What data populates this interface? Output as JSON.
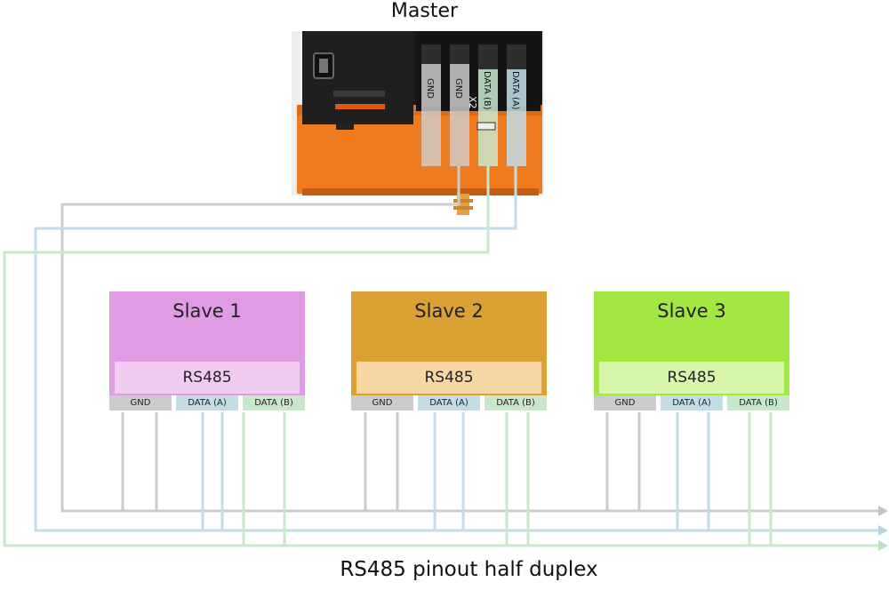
{
  "master": {
    "title": "Master",
    "terminals": [
      {
        "label": "GND"
      },
      {
        "label": "GND"
      },
      {
        "label": "DATA (B)"
      },
      {
        "label": "DATA (A)"
      }
    ],
    "connector_label": "X2"
  },
  "slaves": [
    {
      "name": "Slave 1",
      "rs_label": "RS485",
      "color": "#e09ce3",
      "rs_color": "#f0ccf1",
      "pins": [
        "GND",
        "DATA (A)",
        "DATA (B)"
      ]
    },
    {
      "name": "Slave 2",
      "rs_label": "RS485",
      "color": "#dca135",
      "rs_color": "#f7d8a4",
      "pins": [
        "GND",
        "DATA (A)",
        "DATA (B)"
      ]
    },
    {
      "name": "Slave 3",
      "rs_label": "RS485",
      "color": "#a3e842",
      "rs_color": "#d7f5ab",
      "pins": [
        "GND",
        "DATA (A)",
        "DATA (B)"
      ]
    }
  ],
  "caption": "RS485 pinout half duplex",
  "colors": {
    "gnd_wire": "#cccccc",
    "data_a_wire": "#c3dde7",
    "data_b_wire": "#c8e8cc",
    "device_orange": "#f07a1e",
    "device_black": "#1a1a1a"
  }
}
